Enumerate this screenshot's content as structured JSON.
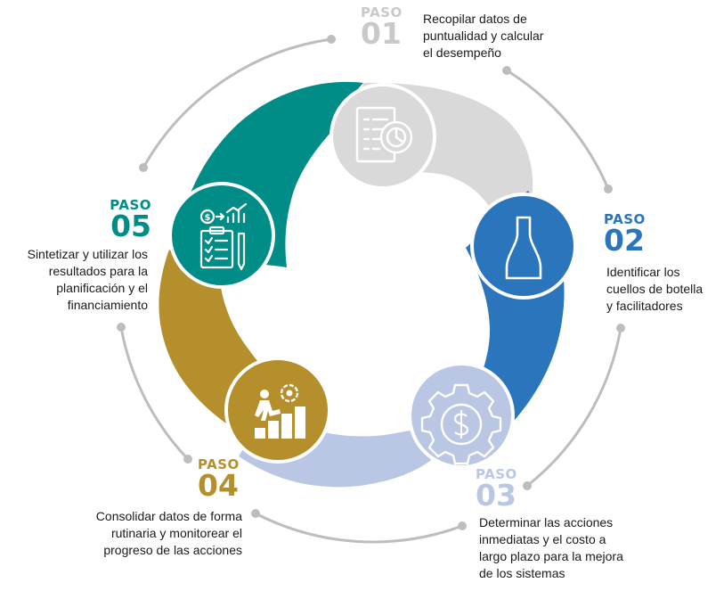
{
  "colors": {
    "step1": "#d9d9da",
    "step2": "#2a75bb",
    "step3": "#b9c7e5",
    "step4": "#b58f2c",
    "step5": "#008c87",
    "connector": "#bdbdbd"
  },
  "steps": [
    {
      "paso": "PASO",
      "number": "01",
      "description": [
        "Recopilar datos de",
        "puntualidad y calcular",
        "el desempeño"
      ],
      "icon": "clipboard-chart-icon"
    },
    {
      "paso": "PASO",
      "number": "02",
      "description": [
        "Identificar los",
        "cuellos de botella",
        "y facilitadores"
      ],
      "icon": "bottle-icon"
    },
    {
      "paso": "PASO",
      "number": "03",
      "description": [
        "Determinar las acciones",
        "inmediatas y el costo a",
        "largo plazo para la mejora",
        "de los sistemas"
      ],
      "icon": "gear-cost-icon"
    },
    {
      "paso": "PASO",
      "number": "04",
      "description": [
        "Consolidar datos de forma",
        "rutinaria y monitorear el",
        "progreso de las acciones"
      ],
      "icon": "stairs-progress-icon"
    },
    {
      "paso": "PASO",
      "number": "05",
      "description": [
        "Sintetizar y utilizar los",
        "resultados para la",
        "planificación y el",
        "financiamiento"
      ],
      "icon": "planning-finance-icon"
    }
  ]
}
